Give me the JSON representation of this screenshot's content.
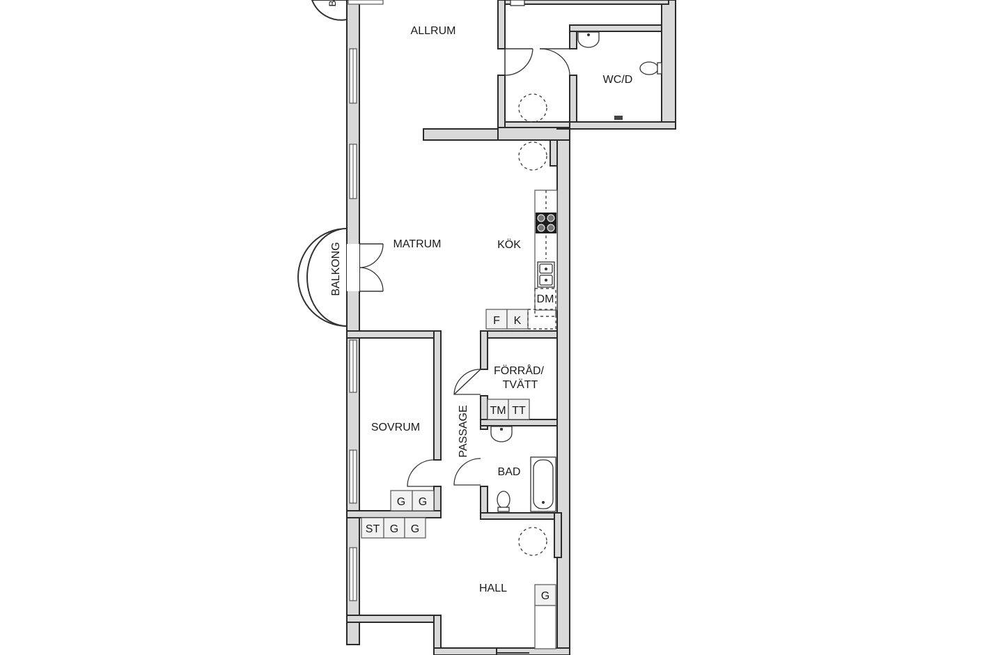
{
  "rooms": {
    "allrum": "ALLRUM",
    "wcd": "WC/D",
    "matrum": "MATRUM",
    "kok": "KÖK",
    "balkong": "BALKONG",
    "balkong_top": "B",
    "forrad_line1": "FÖRRÅD/",
    "forrad_line2": "TVÄTT",
    "sovrum": "SOVRUM",
    "passage": "PASSAGE",
    "bad": "BAD",
    "hall": "HALL"
  },
  "symbols": {
    "dm": "DM",
    "f": "F",
    "k": "K",
    "tm": "TM",
    "tt": "TT",
    "st": "ST",
    "g": "G"
  }
}
